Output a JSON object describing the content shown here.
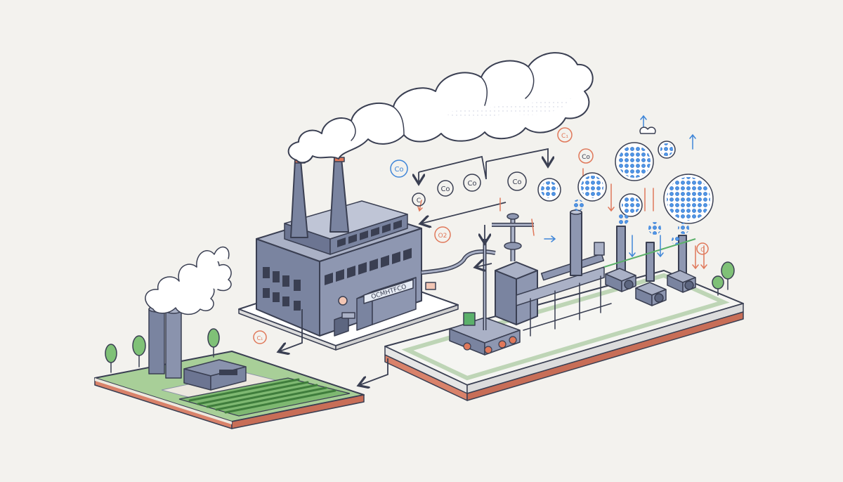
{
  "factory": {
    "sign": "OCMHTFCO"
  },
  "labels": {
    "co_1": "Co",
    "co_2": "Co",
    "co_3": "Co",
    "co_4": "Co",
    "co_5": "Co",
    "c_1": "C₁",
    "c_2": "C₁",
    "c_3": "C",
    "c_4": "C",
    "o2": "O2"
  },
  "colors": {
    "background": "#f3f2ee",
    "building": "#7a84a0",
    "building_dark": "#5d6680",
    "outline": "#3a3f52",
    "bubbles": "#4f95e6",
    "red_arrow": "#e0785a",
    "blue_arrow": "#3f86d8",
    "grass": "#93c48b",
    "soil": "#d9826a"
  },
  "icons": [
    "smoke-cloud",
    "smokestack",
    "factory",
    "pipe",
    "arrow",
    "co2-bubble",
    "tree",
    "crop-field",
    "compressor"
  ]
}
